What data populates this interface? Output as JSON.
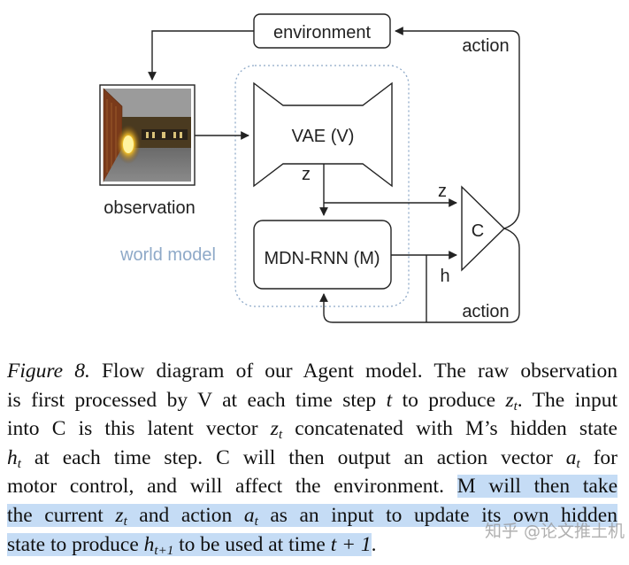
{
  "diagram": {
    "environment_label": "environment",
    "action_top_label": "action",
    "action_bottom_label": "action",
    "observation_label": "observation",
    "vae_label": "VAE (V)",
    "z_vae_label": "z",
    "z_c_label": "z",
    "h_label": "h",
    "c_label": "C",
    "mdn_label": "MDN-RNN (M)",
    "world_model_label": "world model",
    "colors": {
      "world_model": "#8ea9c8",
      "line": "#222222",
      "highlight": "#c5dcf5"
    }
  },
  "caption": {
    "fig_label": "Figure 8.",
    "l1": " Flow diagram of our Agent model. The raw observation",
    "l2a": "is first processed by V at each time step ",
    "t1": "t",
    "l2b": " to produce ",
    "z1": "z",
    "z1sub": "t",
    "l2c": ". The input",
    "l3a": "into C is this latent vector ",
    "z2": "z",
    "z2sub": "t",
    "l3b": " concatenated with M’s hidden state",
    "h1": "h",
    "h1sub": "t",
    "l4a": " at each time step. C will then output an action vector ",
    "a1": "a",
    "a1sub": "t",
    "l4b": " for",
    "l5a": "motor control, and will affect the environment. ",
    "l5b": "M will then take",
    "l6a": "the current ",
    "z3": "z",
    "z3sub": "t",
    "l6b": " and action ",
    "a2": "a",
    "a2sub": "t",
    "l6c": " as an input to update its own hidden",
    "l7a": "state to produce ",
    "h2": "h",
    "h2sub": "t+1",
    "l7b": " to be used at time ",
    "t2": "t + 1",
    "l7c": "."
  },
  "watermark": "知乎 @论文推土机"
}
